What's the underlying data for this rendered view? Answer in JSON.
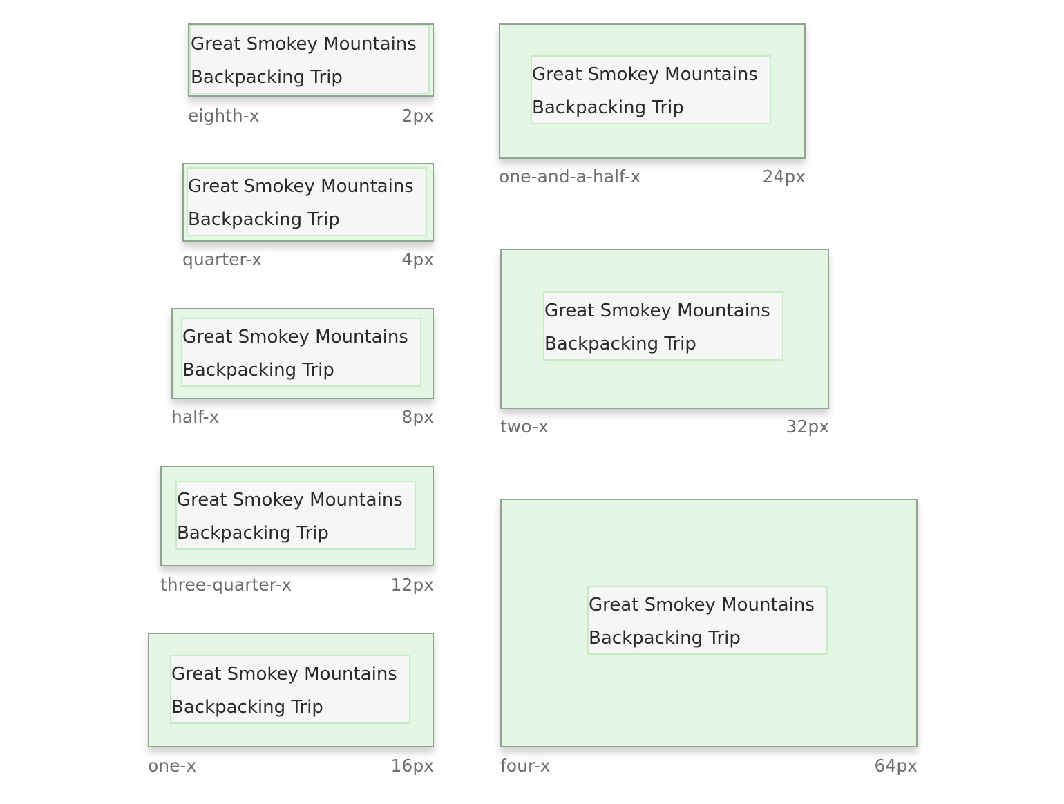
{
  "sample_text": "Great Smokey Mountains Backpacking Trip",
  "specimens": [
    {
      "id": "eighth-x",
      "name": "eighth-x",
      "size": "2px"
    },
    {
      "id": "quarter-x",
      "name": "quarter-x",
      "size": "4px"
    },
    {
      "id": "half-x",
      "name": "half-x",
      "size": "8px"
    },
    {
      "id": "three-quarter-x",
      "name": "three-quarter-x",
      "size": "12px"
    },
    {
      "id": "one-x",
      "name": "one-x",
      "size": "16px"
    },
    {
      "id": "one-and-a-half-x",
      "name": "one-and-a-half-x",
      "size": "24px"
    },
    {
      "id": "two-x",
      "name": "two-x",
      "size": "32px"
    },
    {
      "id": "four-x",
      "name": "four-x",
      "size": "64px"
    }
  ],
  "colors": {
    "frame_fill": "#e5f6e4",
    "frame_border": "#8fa58e",
    "inner_fill": "#f6f6f6",
    "inner_border": "#c5ecc5",
    "text": "#2a2a2a",
    "caption": "#6f6f6f"
  }
}
